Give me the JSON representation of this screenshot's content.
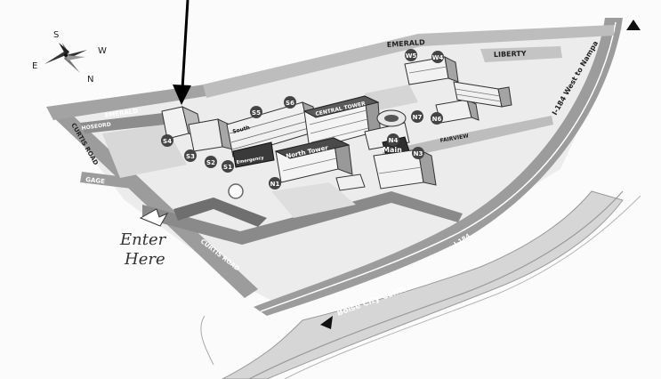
{
  "map": {
    "compass": {
      "s": "S",
      "w": "W",
      "e": "E",
      "n": "N"
    },
    "roads": {
      "emerald_top": "EMERALD",
      "liberty": "LIBERTY",
      "emerald_left": "EMERALD",
      "curtis_road_left": "CURTIS ROAD",
      "gage": "GAGE",
      "curtis_road_bottom": "CURTIS ROAD",
      "i184_label": "I-184",
      "i184_north": "I-184 West to Nampa",
      "boise_city_center": "Boise City Center",
      "hoseord": "HOSEORD",
      "fairview": "FAIRVIEW"
    },
    "enter": {
      "line1": "Enter",
      "line2": "Here"
    },
    "buildings": {
      "central_tower": "CENTRAL TOWER",
      "north_tower": "North Tower",
      "main": "Main",
      "emergency": "Emergency",
      "south": "South"
    },
    "markers": {
      "w5": "W5",
      "w4": "W4",
      "s6": "S6",
      "s5": "S5",
      "s4": "S4",
      "s3": "S3",
      "s2": "S2",
      "s1": "S1",
      "n1": "N1",
      "n3": "N3",
      "n4": "N4",
      "n6": "N6",
      "n7": "N7"
    }
  }
}
